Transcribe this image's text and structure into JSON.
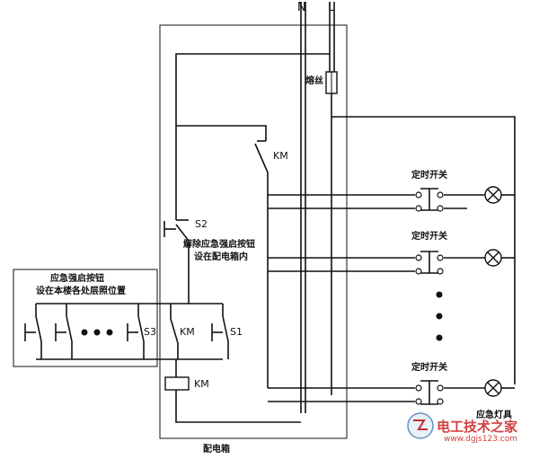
{
  "labels": {
    "n_line": "N",
    "l_line": "L",
    "fuse": "熔丝",
    "km_contact": "KM",
    "s2": "S2",
    "s2_note_line1": "解除应急强启按钮",
    "s2_note_line2": "设在配电箱内",
    "box_note_line1": "应急强启按钮",
    "box_note_line2": "设在本楼各处层照位置",
    "s3": "S3",
    "km_hold": "KM",
    "s1": "S1",
    "km_coil": "KM",
    "cabinet": "配电箱",
    "timer_switch_1": "定时开关",
    "timer_switch_2": "定时开关",
    "timer_switch_3": "定时开关",
    "emergency_lamp": "应急灯具"
  },
  "watermark": {
    "logo_text": "电工技术之家",
    "url": "www.dgjs123.com"
  },
  "colors": {
    "line": "#111111",
    "watermark": "#d04040"
  }
}
